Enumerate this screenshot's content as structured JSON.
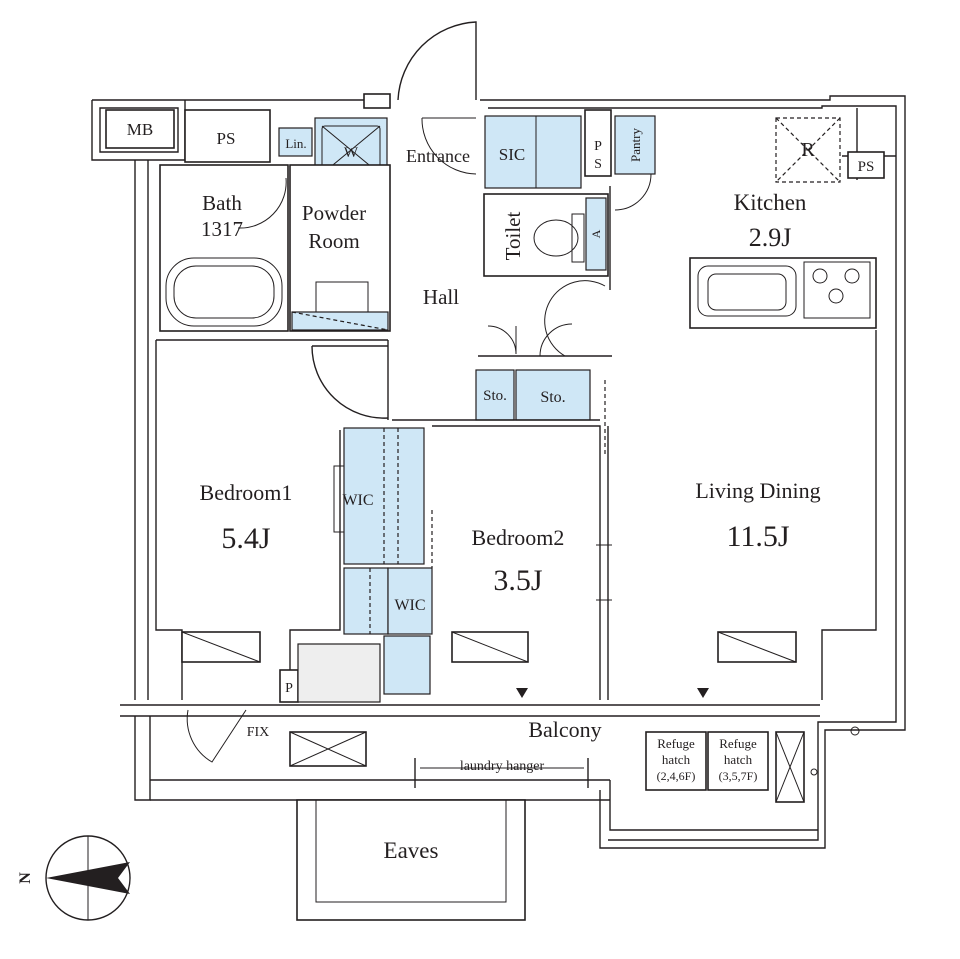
{
  "rooms": {
    "mb": "MB",
    "ps_top": "PS",
    "lin": "Lin.",
    "w": "W",
    "entrance": "Entrance",
    "sic": "SIC",
    "ps_small_p": "P",
    "ps_small_s": "S",
    "pantry": "Pantry",
    "ps_right": "PS",
    "r_mark": "R",
    "kitchen": "Kitchen",
    "kitchen_size": "2.9J",
    "bath": "Bath",
    "bath_size": "1317",
    "powder_line1": "Powder",
    "powder_line2": "Room",
    "toilet": "Toilet",
    "toilet_a": "A",
    "hall": "Hall",
    "sto1": "Sto.",
    "sto2": "Sto.",
    "bedroom1": "Bedroom1",
    "bedroom1_size": "5.4J",
    "wic1": "WIC",
    "wic2": "WIC",
    "bedroom2": "Bedroom2",
    "bedroom2_size": "3.5J",
    "living": "Living Dining",
    "living_size": "11.5J",
    "p_box": "P",
    "fix": "FIX",
    "balcony": "Balcony",
    "laundry": "laundry hanger",
    "refuge1_l1": "Refuge",
    "refuge1_l2": "hatch",
    "refuge1_l3": "(2,4,6F)",
    "refuge2_l1": "Refuge",
    "refuge2_l2": "hatch",
    "refuge2_l3": "(3,5,7F)",
    "eaves": "Eaves",
    "north": "N"
  },
  "colors": {
    "storage_fill": "#cfe7f6",
    "wall_stroke": "#231f20",
    "shaded": "#eeeeee"
  }
}
